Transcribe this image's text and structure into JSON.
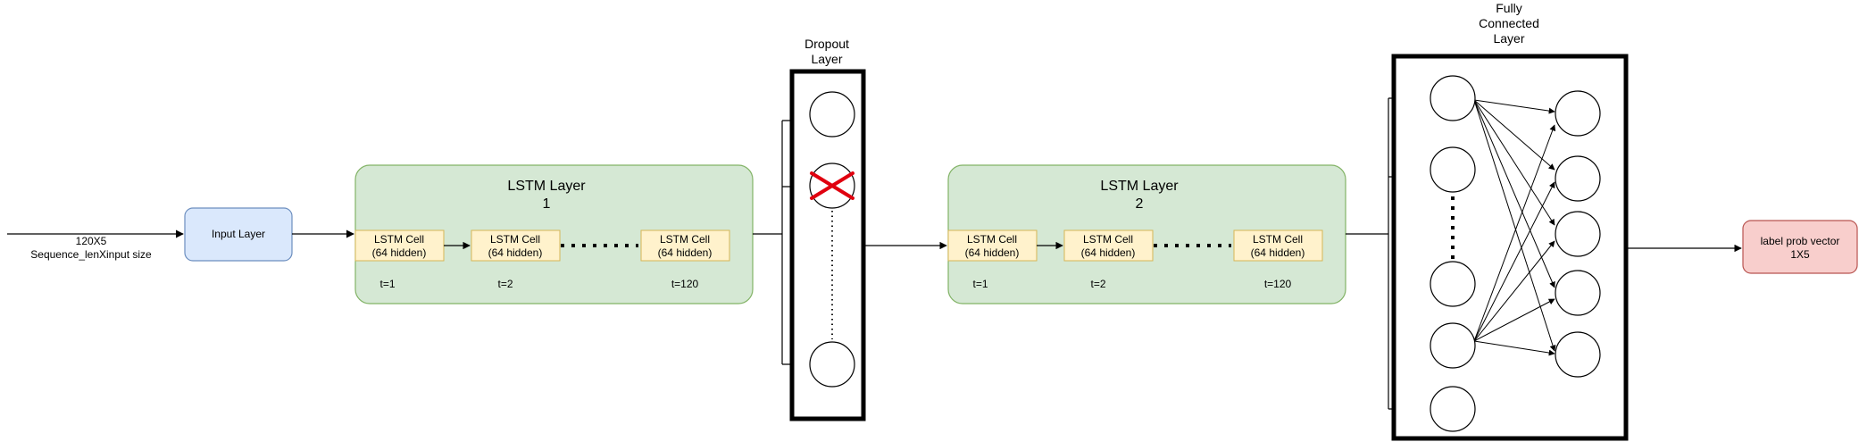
{
  "input": {
    "caption_line1": "120X5",
    "caption_line2": "Sequence_lenXinput size",
    "layer_label": "Input Layer"
  },
  "lstm1": {
    "title_line1": "LSTM Layer",
    "title_line2": "1",
    "cells": [
      {
        "line1": "LSTM Cell",
        "line2": "(64 hidden)",
        "t": "t=1"
      },
      {
        "line1": "LSTM Cell",
        "line2": "(64 hidden)",
        "t": "t=2"
      },
      {
        "line1": "LSTM Cell",
        "line2": "(64 hidden)",
        "t": "t=120"
      }
    ]
  },
  "dropout": {
    "title_line1": "Dropout",
    "title_line2": "Layer"
  },
  "lstm2": {
    "title_line1": "LSTM Layer",
    "title_line2": "2",
    "cells": [
      {
        "line1": "LSTM Cell",
        "line2": "(64 hidden)",
        "t": "t=1"
      },
      {
        "line1": "LSTM Cell",
        "line2": "(64 hidden)",
        "t": "t=2"
      },
      {
        "line1": "LSTM Cell",
        "line2": "(64 hidden)",
        "t": "t=120"
      }
    ]
  },
  "fc": {
    "title_line1": "Fully",
    "title_line2": "Connected",
    "title_line3": "Layer"
  },
  "output": {
    "line1": "label prob vector",
    "line2": "1X5"
  },
  "colors": {
    "input_fill": "#dae8fc",
    "input_stroke": "#6c8ebf",
    "lstm_fill": "#d5e8d4",
    "lstm_stroke": "#82b366",
    "cell_fill": "#fff2cc",
    "cell_stroke": "#d6b656",
    "output_fill": "#f8cecc",
    "output_stroke": "#b85450",
    "drop_x": "#e0000f"
  }
}
